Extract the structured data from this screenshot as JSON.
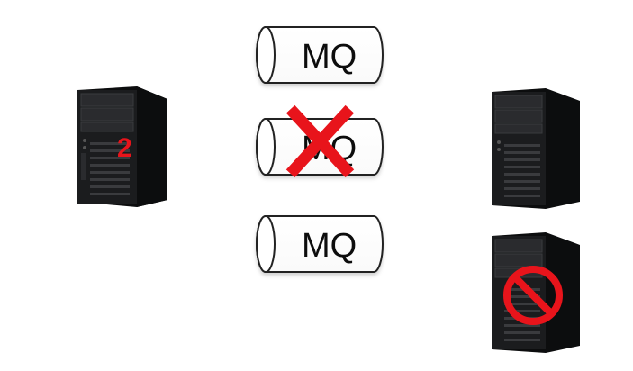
{
  "queues": [
    {
      "label": "MQ",
      "failed": false
    },
    {
      "label": "MQ",
      "failed": true
    },
    {
      "label": "MQ",
      "failed": false
    }
  ],
  "servers": {
    "left": {
      "number": "2",
      "status": "active"
    },
    "right_top": {
      "status": "active"
    },
    "right_bottom": {
      "status": "blocked"
    }
  },
  "colors": {
    "failure_mark": "#e8141b",
    "server_body": "#1b1c1e",
    "server_side": "#0c0d0e",
    "server_highlight": "#3a3b3e"
  }
}
